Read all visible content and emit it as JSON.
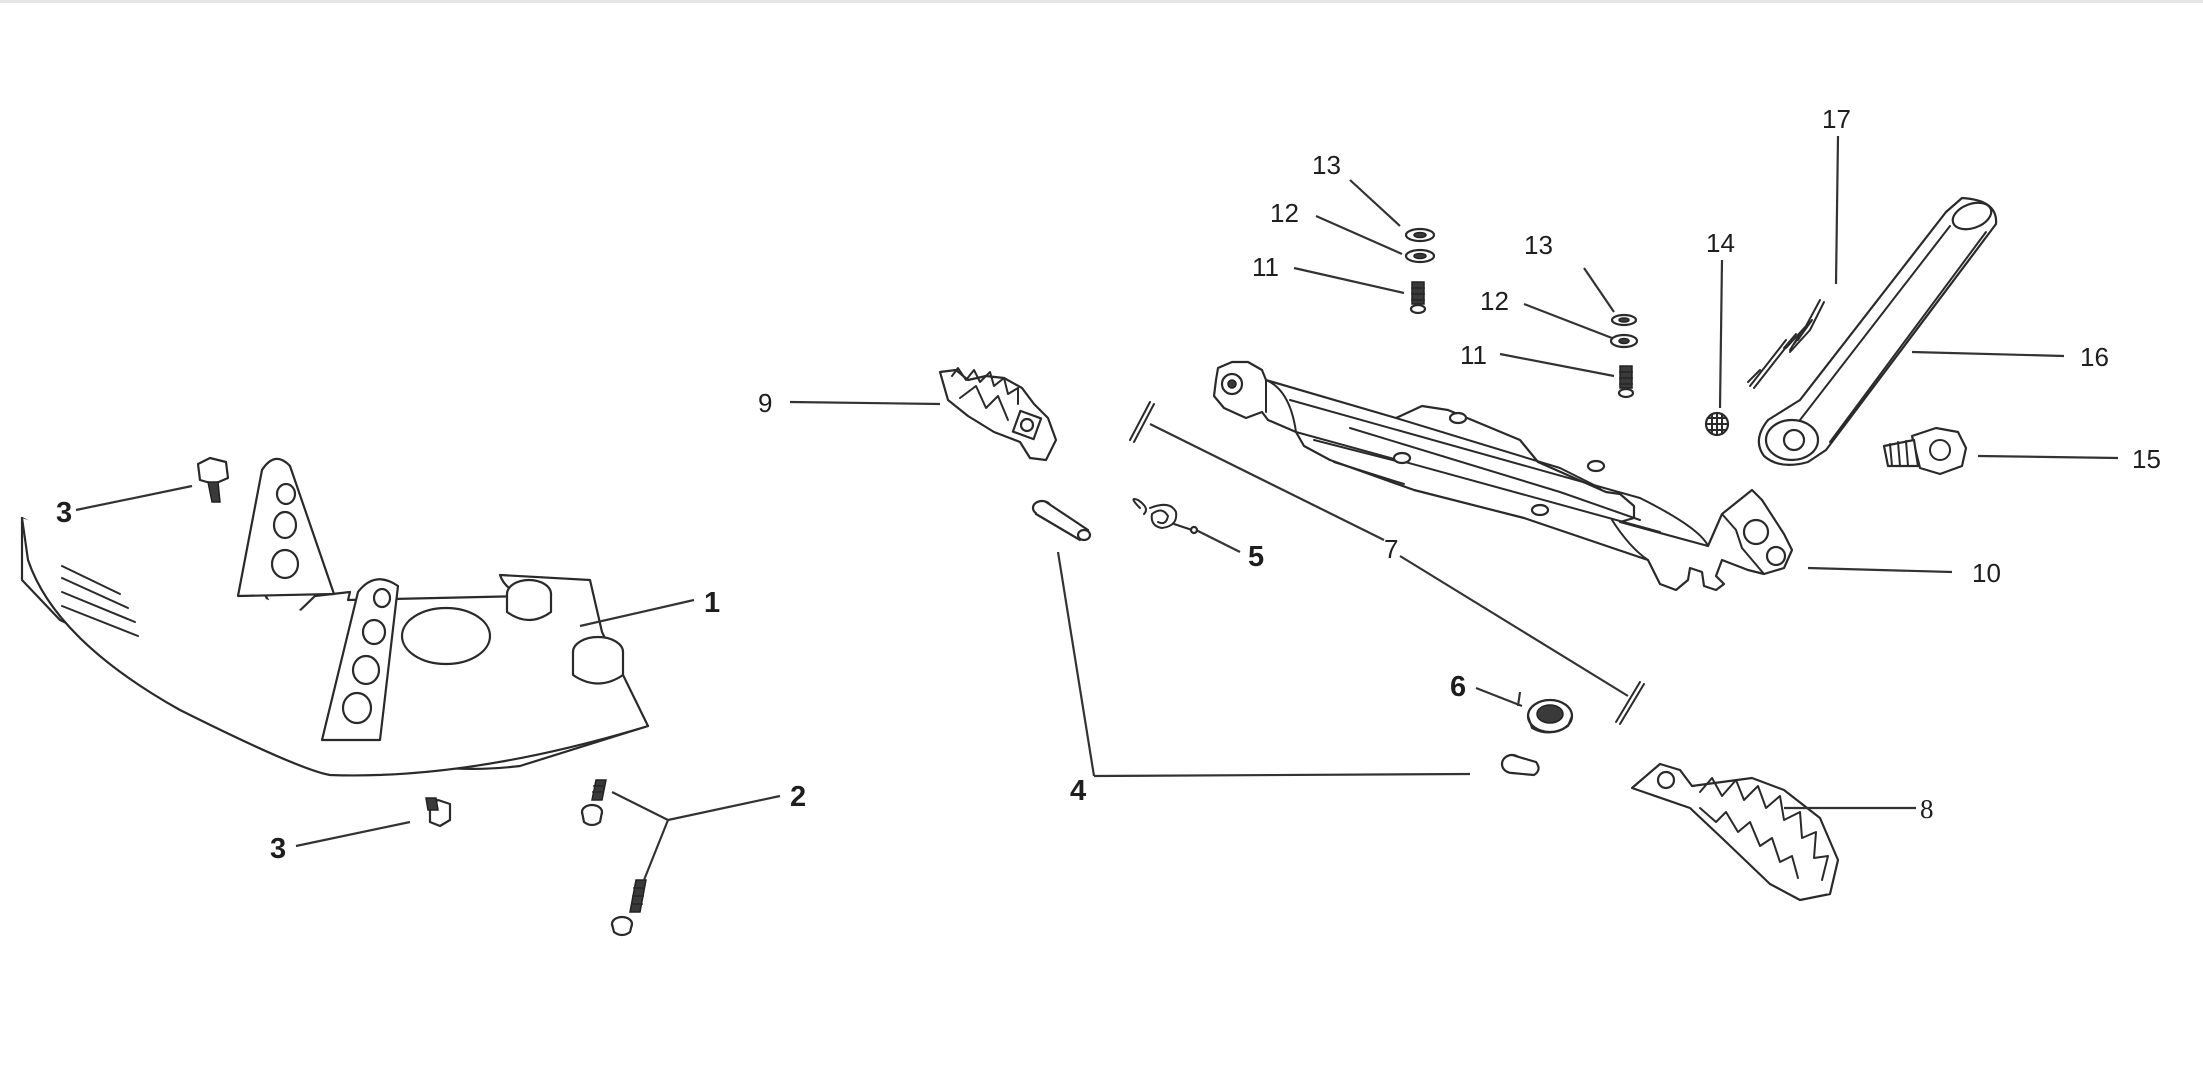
{
  "callouts": {
    "c1": "1",
    "c2": "2",
    "c3a": "3",
    "c3b": "3",
    "c4": "4",
    "c5": "5",
    "c6": "6",
    "c7": "7",
    "c8": "8",
    "c9": "9",
    "c10": "10",
    "c11a": "11",
    "c11b": "11",
    "c12a": "12",
    "c12b": "12",
    "c13a": "13",
    "c13b": "13",
    "c14": "14",
    "c15": "15",
    "c16": "16",
    "c17": "17"
  },
  "colors": {
    "line": "#2a2a2a",
    "background": "#ffffff"
  }
}
